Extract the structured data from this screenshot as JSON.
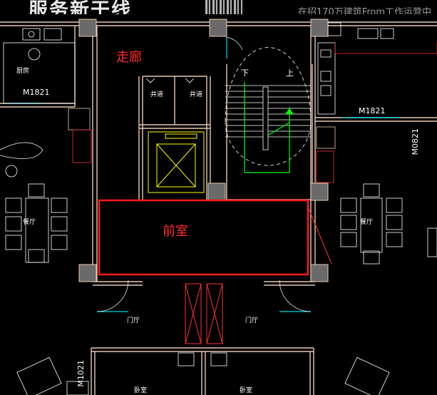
{
  "watermark": {
    "logo_text": "服务新干线",
    "subtitle": "在招170万建筑From工作运营中"
  },
  "labels": {
    "corridor": "走廊",
    "front_room": "前室",
    "shaft_left": "井道",
    "shaft_right": "井道",
    "stair_down": "下",
    "stair_up": "上",
    "kitchen": "厨房",
    "door_m1821_left": "M1821",
    "door_m1821_right": "M1821",
    "door_m0821_right": "M0821",
    "door_m1021_bottom": "M1021",
    "dining_left": "餐厅",
    "dining_right": "餐厅",
    "hall_left": "门厅",
    "hall_right": "门厅",
    "bottom_left": "卧室",
    "bottom_right": "卧室"
  },
  "colors": {
    "wall": "#e8c8b0",
    "furniture": "#ffffff",
    "door": "#00d8e8",
    "highlight": "#ff1a1a",
    "stair": "#00ff00",
    "elevator": "#ffff00",
    "shaft": "#6a6a6a"
  }
}
